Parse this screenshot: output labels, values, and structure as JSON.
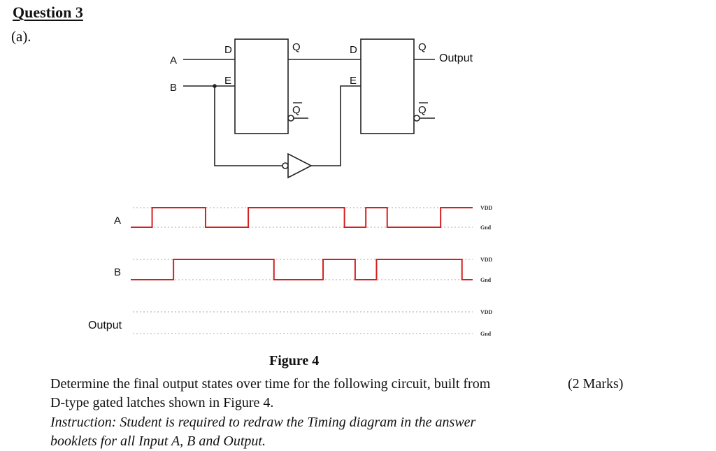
{
  "question": {
    "title": "Question 3",
    "part": "(a).",
    "figure_caption": "Figure 4",
    "text_line1": "Determine the final output states over time for the following circuit, built from",
    "text_line2": "D-type gated latches shown in Figure 4.",
    "marks": "(2 Marks)",
    "instruction_line1": "Instruction: Student is required to redraw the Timing diagram in the answer",
    "instruction_line2": "booklets for all Input A, B and Output."
  },
  "circuit": {
    "input_a_label": "A",
    "input_b_label": "B",
    "latch1": {
      "d_label": "D",
      "e_label": "E",
      "q_label": "Q",
      "qbar_label": "Q"
    },
    "latch2": {
      "d_label": "D",
      "e_label": "E",
      "q_label": "Q",
      "qbar_label": "Q"
    },
    "output_label": "Output",
    "inverter": "NOT gate with inverted input bubble driving latch 2 enable"
  },
  "timing": {
    "signal_labels": {
      "a": "A",
      "b": "B",
      "output": "Output"
    },
    "rail_labels": {
      "high": "VDD",
      "low": "Gnd"
    },
    "trace_color": "#d42020",
    "time_units_total": 16,
    "signals": [
      {
        "name": "A",
        "initial": 0,
        "transitions": [
          1,
          3.5,
          5.5,
          10,
          11,
          12,
          14.5
        ]
      },
      {
        "name": "B",
        "initial": 0,
        "transitions": [
          2,
          6.7,
          9,
          10.5,
          11.5,
          15.5
        ]
      },
      {
        "name": "Output",
        "initial": null,
        "transitions": []
      }
    ]
  }
}
